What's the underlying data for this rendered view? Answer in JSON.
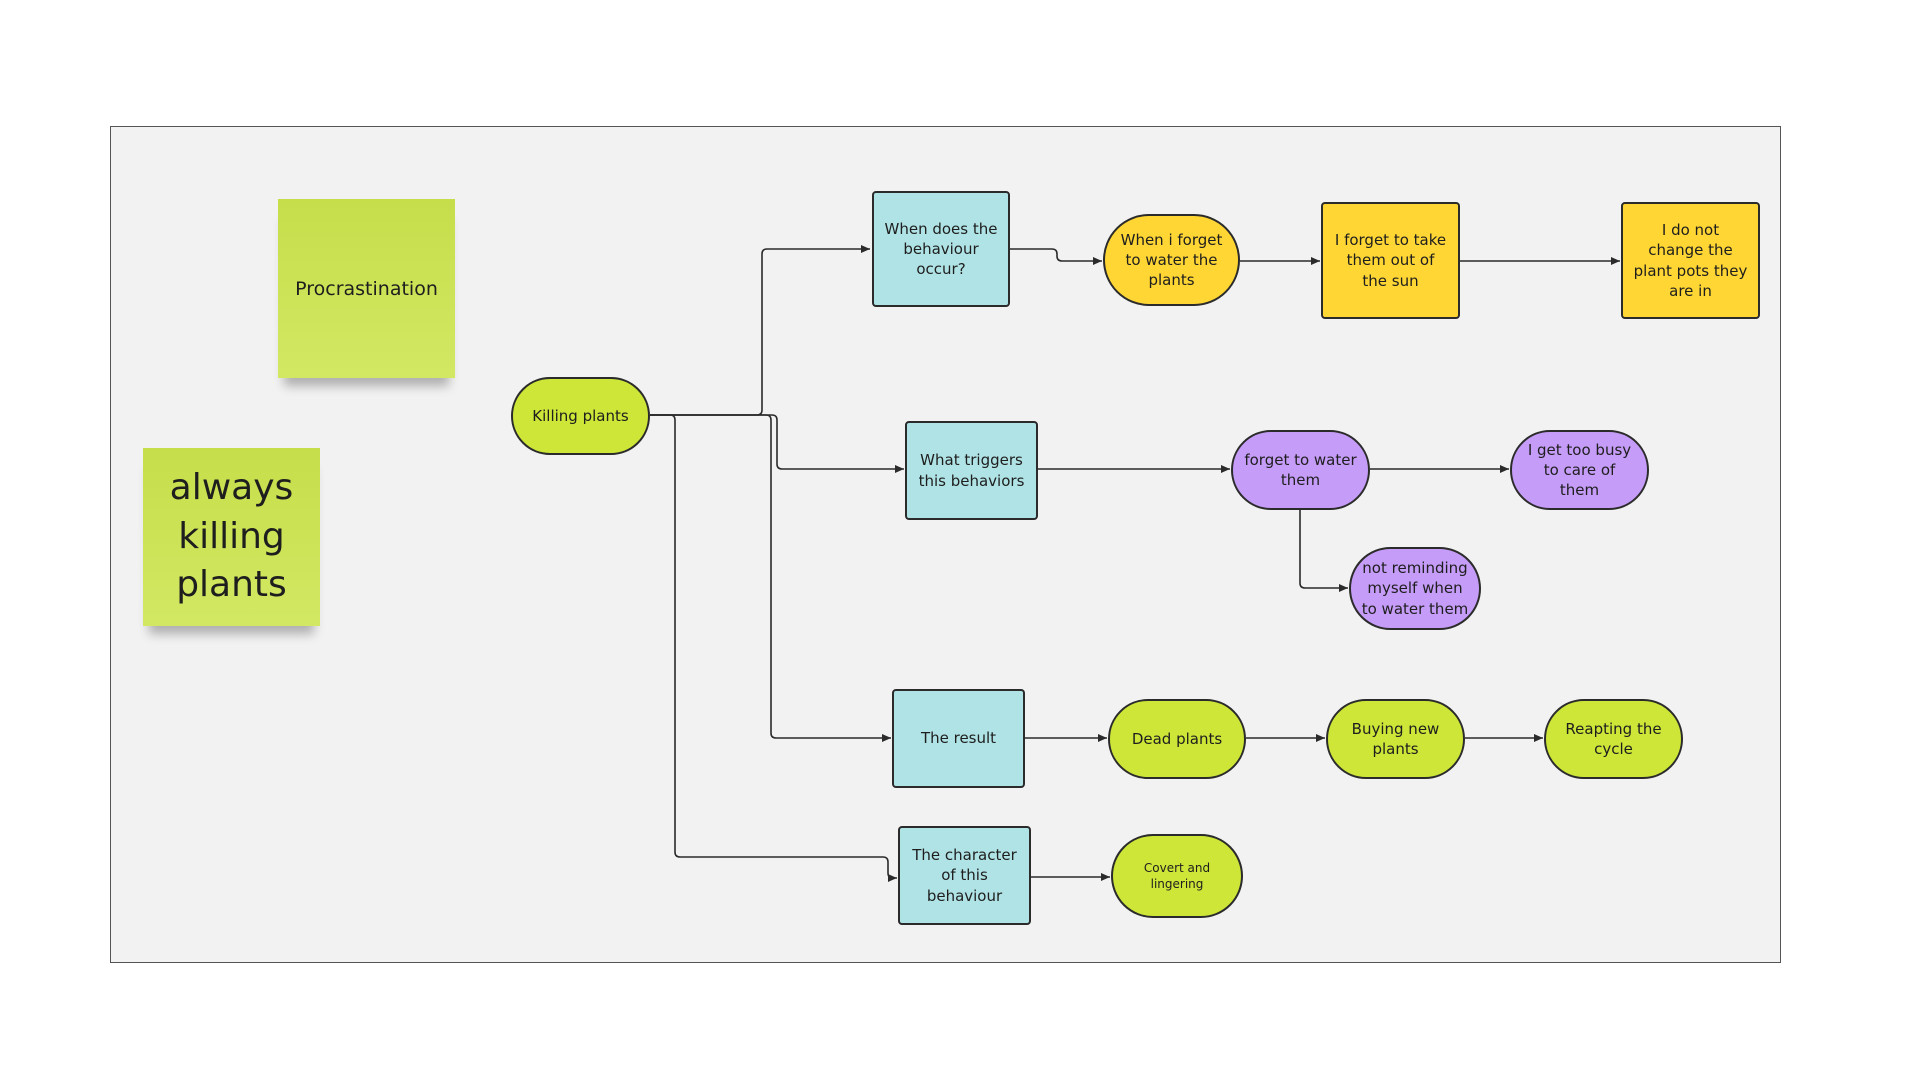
{
  "stickies": {
    "procrastination": "Procrastination",
    "main_note": "always killing plants"
  },
  "nodes": {
    "root": "Killing plants",
    "when": "When does the behaviour occur?",
    "when_1": "When i forget to water the plants",
    "when_2": "I forget to take them out of the sun",
    "when_3": "I do not change the plant pots they are in",
    "triggers": "What triggers this behaviors",
    "triggers_1": "forget to water them",
    "triggers_2": "I get too busy to care of them",
    "triggers_3": "not reminding myself when to water them",
    "result": "The result",
    "result_1": "Dead plants",
    "result_2": "Buying new plants",
    "result_3": "Reapting the cycle",
    "character": "The character of this behaviour",
    "character_1": "Covert and lingering"
  },
  "colors": {
    "frame_bg": "#f2f2f2",
    "teal": "#b0e3e5",
    "yellow": "#ffd633",
    "green": "#cde638",
    "purple": "#c59cf7",
    "sticky": "#c7e04a",
    "line": "#2b2b2b"
  }
}
